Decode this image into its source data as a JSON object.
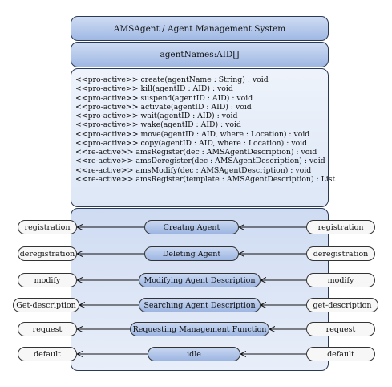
{
  "header": {
    "title": "AMSAgent / Agent Management System"
  },
  "attributes": {
    "label": "agentNames:AID[]"
  },
  "operations": [
    "<<pro-active>> create(agentName : String) : void",
    "<<pro-active>> kill(agentID : AID) : void",
    "<<pro-active>> suspend(agentID : AID) : void",
    "<<pro-active>> activate(agentID : AID) : void",
    "<<pro-active>> wait(agentID : AID) : void",
    "<<pro-active>> wake(agentID : AID) : void",
    "<<pro-active>> move(agentID : AID, where : Location) : void",
    "<<pro-active>> copy(agentID : AID, where : Location) : void",
    "<<re-active>> amsRegister(dec : AMSAgentDescription) : void",
    "<<re-active>> amsDeregister(dec : AMSAgentDescription) : void",
    "<<re-active>> amsModify(dec : AMSAgentDescription) : void",
    "<<re-active>> amsRegister(template : AMSAgentDescription) : List"
  ],
  "rows": [
    {
      "left": "registration",
      "state": "Creatng Agent",
      "right": "registration"
    },
    {
      "left": "deregistration",
      "state": "Deleting Agent",
      "right": "deregistration"
    },
    {
      "left": "modify",
      "state": "Modifying Agent Description",
      "right": "modify"
    },
    {
      "left": "Get-description",
      "state": "Searching Agent Description",
      "right": "get-description"
    },
    {
      "left": "request",
      "state": "Requesting Management Function",
      "right": "request"
    },
    {
      "left": "default",
      "state": "idle",
      "right": "default"
    }
  ]
}
